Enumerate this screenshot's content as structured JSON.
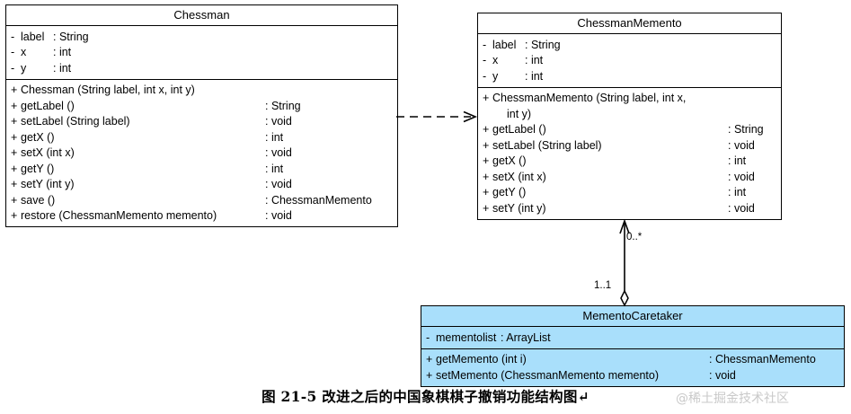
{
  "diagram": {
    "type": "uml-class-diagram",
    "caption": "图 21-5  改进之后的中国象棋棋子撤销功能结构图↵",
    "watermark": "@稀土掘金技术社区",
    "colors": {
      "shaded_fill": "#a9dffb",
      "line": "#000000",
      "background": "#ffffff",
      "watermark": "#c9c9c9"
    },
    "classes": [
      {
        "id": "chessman",
        "name": "Chessman",
        "shaded": false,
        "attributes": [
          {
            "visibility": "-",
            "name": "label",
            "type": ": String"
          },
          {
            "visibility": "-",
            "name": "x",
            "type": ": int"
          },
          {
            "visibility": "-",
            "name": "y",
            "type": ": int"
          }
        ],
        "operations": [
          {
            "visibility": "+",
            "name": "Chessman (String label, int x, int y)",
            "type": ""
          },
          {
            "visibility": "+",
            "name": "getLabel ()",
            "type": ": String"
          },
          {
            "visibility": "+",
            "name": "setLabel (String label)",
            "type": ": void"
          },
          {
            "visibility": "+",
            "name": "getX ()",
            "type": ": int"
          },
          {
            "visibility": "+",
            "name": "setX (int x)",
            "type": ": void"
          },
          {
            "visibility": "+",
            "name": "getY ()",
            "type": ": int"
          },
          {
            "visibility": "+",
            "name": "setY (int y)",
            "type": ": void"
          },
          {
            "visibility": "+",
            "name": "save ()",
            "type": ": ChessmanMemento"
          },
          {
            "visibility": "+",
            "name": "restore (ChessmanMemento memento)",
            "type": ": void"
          }
        ]
      },
      {
        "id": "chessmanmemento",
        "name": "ChessmanMemento",
        "shaded": false,
        "attributes": [
          {
            "visibility": "-",
            "name": "label",
            "type": ": String"
          },
          {
            "visibility": "-",
            "name": "x",
            "type": ": int"
          },
          {
            "visibility": "-",
            "name": "y",
            "type": ": int"
          }
        ],
        "operations": [
          {
            "visibility": "+",
            "name": "ChessmanMemento (String label, int x,",
            "continuation": "int y)",
            "type": ""
          },
          {
            "visibility": "+",
            "name": "getLabel ()",
            "type": ": String"
          },
          {
            "visibility": "+",
            "name": "setLabel (String label)",
            "type": ": void"
          },
          {
            "visibility": "+",
            "name": "getX ()",
            "type": ": int"
          },
          {
            "visibility": "+",
            "name": "setX (int x)",
            "type": ": void"
          },
          {
            "visibility": "+",
            "name": "getY ()",
            "type": ": int"
          },
          {
            "visibility": "+",
            "name": "setY (int y)",
            "type": ": void"
          }
        ]
      },
      {
        "id": "mementocaretaker",
        "name": "MementoCaretaker",
        "shaded": true,
        "attributes": [
          {
            "visibility": "-",
            "name": "mementolist",
            "type": ": ArrayList"
          }
        ],
        "operations": [
          {
            "visibility": "+",
            "name": "getMemento (int i)",
            "type": ": ChessmanMemento"
          },
          {
            "visibility": "+",
            "name": "setMemento (ChessmanMemento memento)",
            "type": ": void"
          }
        ]
      }
    ],
    "relations": [
      {
        "id": "dependency",
        "kind": "dependency",
        "from": "chessman",
        "to": "chessmanmemento",
        "style": "dashed",
        "arrow": "open",
        "label": ""
      },
      {
        "id": "aggregation",
        "kind": "aggregation",
        "from": "mementocaretaker",
        "to": "chessmanmemento",
        "style": "solid",
        "arrow": "open",
        "source_end": "hollow-diamond",
        "target_multiplicity": "0..*",
        "source_multiplicity": "1..1"
      }
    ]
  }
}
